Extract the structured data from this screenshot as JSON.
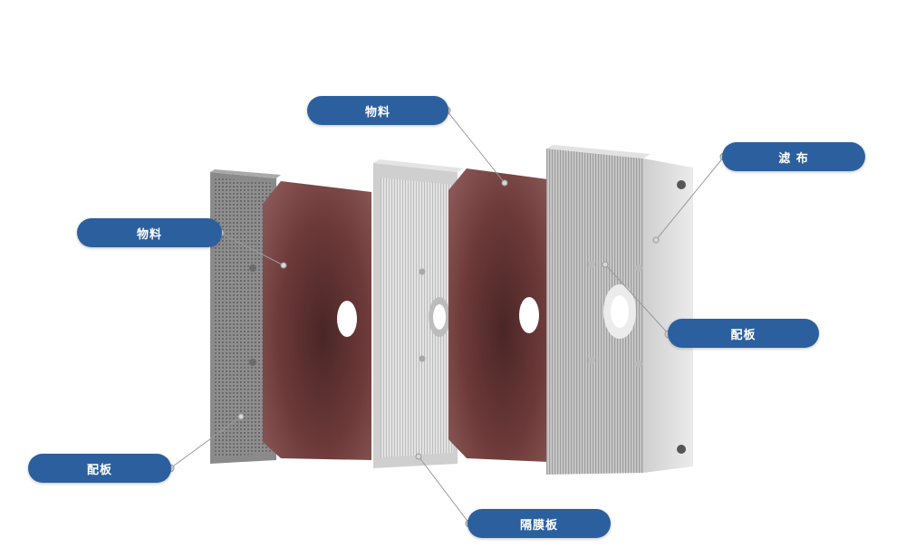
{
  "colors": {
    "label_bg": "#2c5f9e",
    "material": "#6e3a3a",
    "plate": "#d4d4d4",
    "leader": "#9a9a9a"
  },
  "labels": {
    "material_top": "物料",
    "material_left": "物料",
    "filter_cloth": "滤 布",
    "plate_right": "配板",
    "plate_left": "配板",
    "membrane_plate": "隔膜板"
  }
}
